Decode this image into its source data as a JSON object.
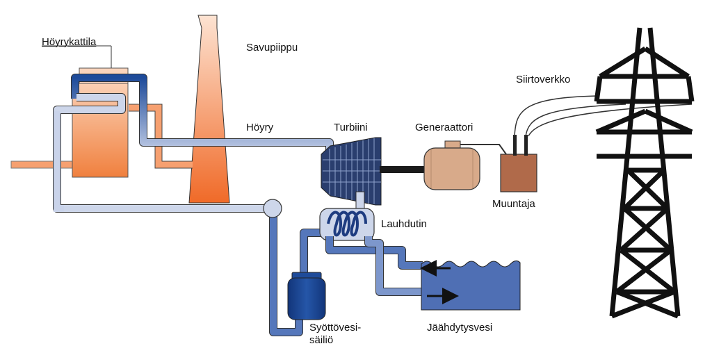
{
  "labels": {
    "boiler": "Höyrykattila",
    "chimney": "Savupiippu",
    "steam": "Höyry",
    "turbine": "Turbiini",
    "generator": "Generaattori",
    "transformer": "Muuntaja",
    "grid": "Siirtoverkko",
    "condenser": "Lauhdutin",
    "feedwater_tank_line1": "Syöttövesi-",
    "feedwater_tank_line2": "säiliö",
    "cooling_water": "Jäähdytysvesi"
  },
  "icons": {
    "boiler": "boiler-icon",
    "chimney": "chimney-icon",
    "turbine": "turbine-icon",
    "generator": "generator-icon",
    "transformer": "transformer-icon",
    "pylon": "pylon-icon",
    "condenser": "condenser-icon",
    "feedwater_tank": "tank-icon",
    "cooling_pool": "water-pool-icon",
    "arrows": "arrow-icon"
  },
  "colors": {
    "hot_orange": "#f07c3c",
    "light_orange": "#f6b48c",
    "dark_blue": "#1e4b9a",
    "mid_blue": "#5577bb",
    "light_blue": "#cdd6ea",
    "generator_tan": "#d8aa8a",
    "transformer_brown": "#b06a4a",
    "pylon_black": "#111111"
  }
}
